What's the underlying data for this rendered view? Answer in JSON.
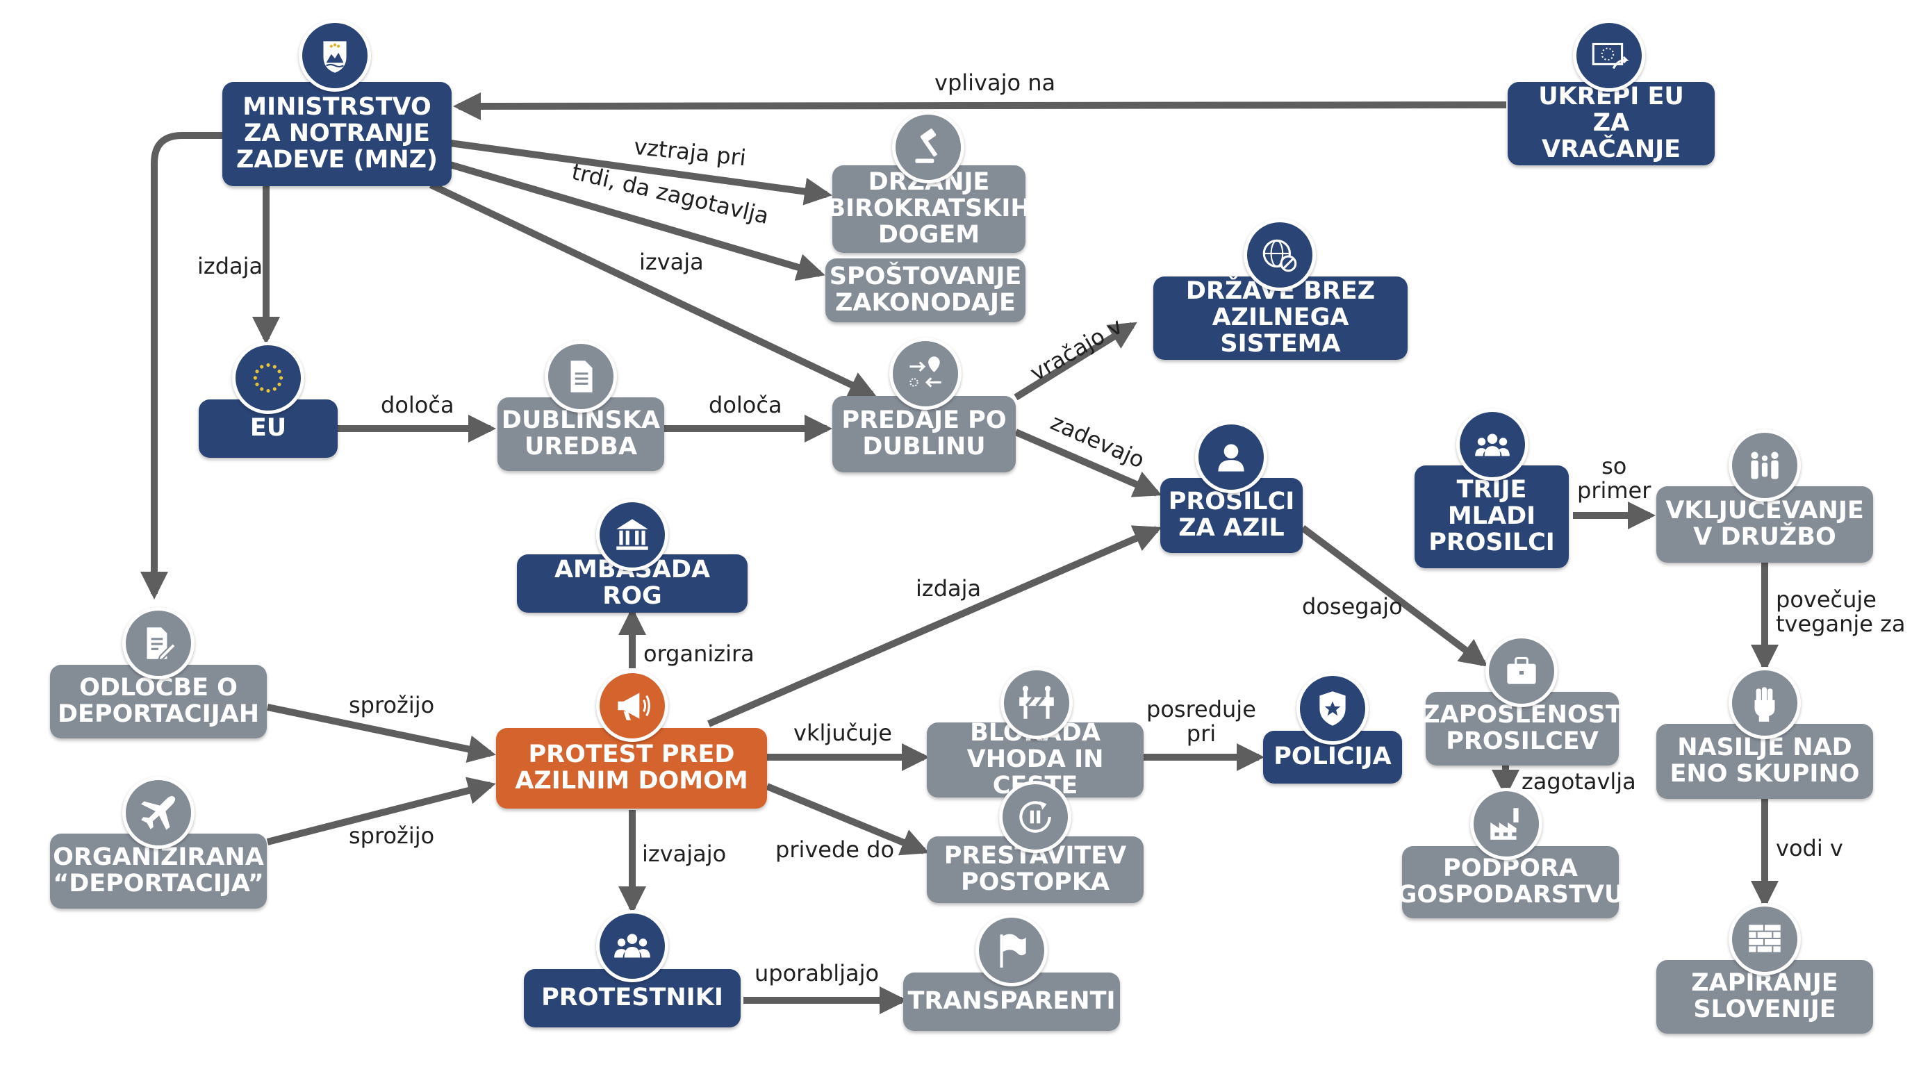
{
  "nodes": {
    "mnz": "MINISTRSTVO\nZA NOTRANJE\nZADEVE (MNZ)",
    "ukrepi_eu": "UKREPI EU ZA\nVRAČANJE",
    "drzanje": "DRŽANJE\nBIROKRATSKIH\nDOGEM",
    "spostovanje": "SPOŠTOVANJE\nZAKONODAJE",
    "drzave": "DRŽAVE BREZ\nAZILNEGA SISTEMA",
    "eu": "EU",
    "dublinska": "DUBLINSKA\nUREDBA",
    "predaje": "PREDAJE PO\nDUBLINU",
    "prosilci": "PROSILCI\nZA AZIL",
    "trije": "TRIJE\nMLADI\nPROSILCI",
    "vkljucevanje": "VKLJUČEVANJE\nV DRUŽBO",
    "ambasada": "AMBASADA ROG",
    "odlocbe": "ODLOČBE O\nDEPORTACIJAH",
    "protest": "PROTEST PRED\nAZILNIM DOMOM",
    "blokada": "BLOKADA\nVHODA IN CESTE",
    "policija": "POLICIJA",
    "zaposlenost": "ZAPOSLENOST\nPROSILCEV",
    "nasilje": "NASILJE NAD\nENO SKUPINO",
    "organizirana": "ORGANIZIRANA\n“DEPORTACIJA”",
    "prestavitev": "PRESTAVITEV\nPOSTOPKA",
    "podpora": "PODPORA\nGOSPODARSTVU",
    "protestniki": "PROTESTNIKI",
    "transparenti": "TRANSPARENTI",
    "zapiranje": "ZAPIRANJE\nSLOVENIJE"
  },
  "edge_labels": {
    "vplivajo_na": "vplivajo na",
    "vztraja_pri": "vztraja pri",
    "trdi_da_zagotavlja": "trdi, da zagotavlja",
    "izvaja": "izvaja",
    "izdaja_mnz": "izdaja",
    "doloca_1": "določa",
    "doloca_2": "določa",
    "vracajo_v": "vračajo v",
    "zadevajo": "zadevajo",
    "so_primer": "so\nprimer",
    "organizira": "organizira",
    "izdaja_protest": "izdaja",
    "dosegajo": "dosegajo",
    "povecuje": "povečuje\ntveganje za",
    "sprozijo_1": "sprožijo",
    "sprozijo_2": "sprožijo",
    "vkljucuje": "vključuje",
    "posreduje_pri": "posreduje\npri",
    "zagotavlja": "zagotavlja",
    "izvajajo": "izvajajo",
    "privede_do": "privede do",
    "uporabljajo": "uporabljajo",
    "vodi_v": "vodi v"
  },
  "colors": {
    "blue": "#2b4476",
    "gray": "#848c96",
    "orange": "#d5632d",
    "arrow": "#5e5e5e"
  }
}
